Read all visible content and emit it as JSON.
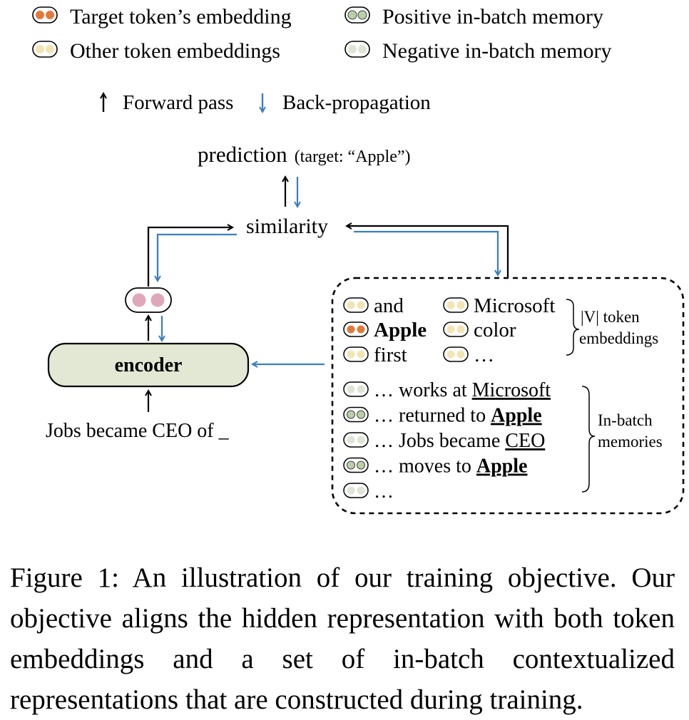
{
  "legend": {
    "target": "Target token’s embedding",
    "other": "Other token embeddings",
    "positive": "Positive in-batch memory",
    "negative": "Negative in-batch memory",
    "forward": "Forward pass",
    "backprop": "Back-propagation"
  },
  "prediction": {
    "label": "prediction",
    "target_note": "(target: “Apple”)"
  },
  "similarity": "similarity",
  "encoder": {
    "label": "encoder",
    "input_text": "Jobs became CEO of _"
  },
  "vocab": {
    "tokens": [
      {
        "text": "and",
        "kind": "other"
      },
      {
        "text": "Apple",
        "kind": "target"
      },
      {
        "text": "first",
        "kind": "other"
      },
      {
        "text": "Microsoft",
        "kind": "other"
      },
      {
        "text": "color",
        "kind": "other"
      },
      {
        "text": "…",
        "kind": "other"
      }
    ],
    "brace_label_line1": "|V| token",
    "brace_label_line2": "embeddings"
  },
  "memories": {
    "items": [
      {
        "prefix": "… works at ",
        "word": "Microsoft",
        "kind": "negative",
        "bold": false
      },
      {
        "prefix": "… returned to ",
        "word": "Apple",
        "kind": "positive",
        "bold": true
      },
      {
        "prefix": "… Jobs became ",
        "word": "CEO",
        "kind": "negative",
        "bold": false
      },
      {
        "prefix": "… moves to ",
        "word": "Apple",
        "kind": "positive",
        "bold": true
      },
      {
        "prefix": "…",
        "word": "",
        "kind": "negative",
        "bold": false
      }
    ],
    "brace_label_line1": "In-batch",
    "brace_label_line2": "memories"
  },
  "colors": {
    "target": "#e07a3c",
    "other": "#f3e4b4",
    "positive": "#b9cfa8",
    "negative": "#dde6d5",
    "hidden": "#dfa8ba",
    "encoder_fill": "#e2e8d3",
    "blue": "#3b7ebf"
  },
  "caption": "Figure 1: An illustration of our training objective. Our objective aligns the hidden representation with both token embeddings and a set of in-batch contextualized representations that are constructed during training."
}
